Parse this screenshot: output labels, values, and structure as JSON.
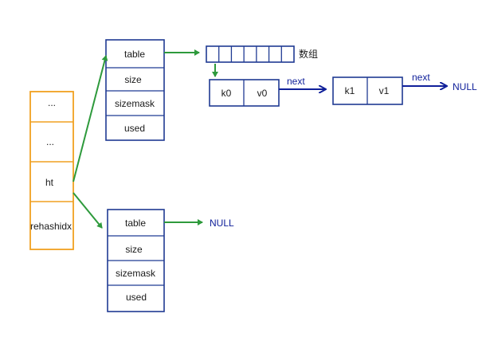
{
  "dict": {
    "fields": [
      "...",
      "...",
      "ht",
      "rehashidx"
    ]
  },
  "ht0": {
    "fields": [
      "table",
      "size",
      "sizemask",
      "used"
    ]
  },
  "ht1": {
    "fields": [
      "table",
      "size",
      "sizemask",
      "used"
    ],
    "table_target": "NULL"
  },
  "array": {
    "label": "数组",
    "slots": 7
  },
  "entries": [
    {
      "key": "k0",
      "value": "v0"
    },
    {
      "key": "k1",
      "value": "v1"
    }
  ],
  "links": {
    "next_label_1": "next",
    "next_label_2": "next",
    "tail": "NULL"
  },
  "colors": {
    "blue": "#1f3a93",
    "orange": "#f0a020",
    "green": "#2e9a3c",
    "navy": "#10209a"
  }
}
